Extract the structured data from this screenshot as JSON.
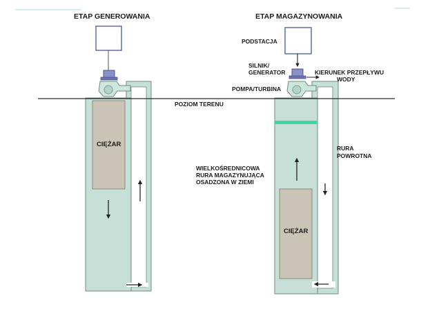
{
  "titles": {
    "generating": "ETAP GENEROWANIA",
    "storage": "ETAP MAGAZYNOWANIA"
  },
  "labels": {
    "substation": "PODSTACJA",
    "motor_generator_line1": "SILNIK/",
    "motor_generator_line2": "GENERATOR",
    "flow_direction_line1": "KIERUNEK PRZEPŁYWU",
    "flow_direction_line2": "WODY",
    "pump_turbine": "POMPA/TURBINA",
    "ground_level": "POZIOM TERENU",
    "weight_left": "CIĘŻAR",
    "weight_right": "CIĘŻAR",
    "return_pipe_line1": "RURA",
    "return_pipe_line2": "POWROTNA",
    "storage_pipe_line1": "WIELKOŚREDNICOWA",
    "storage_pipe_line2": "RURA MAGAZYNUJĄCA",
    "storage_pipe_line3": "OSADZONA W ZIEMI"
  },
  "colors": {
    "water": "#c6e0d7",
    "outline": "#6e8a80",
    "weight": "#c9c4b6",
    "unit_box": "#3c5a9a",
    "motor": "#8a91c9",
    "motor_edge": "#4d538f",
    "seal_band": "#3fd8a5",
    "ground_line": "#2a2a2a",
    "arrow": "#222222"
  },
  "icons": {
    "flow_arrow": "thin-arrow",
    "pump_turbine": "pump-turbine-icon",
    "motor_generator": "motor-generator-icon"
  }
}
